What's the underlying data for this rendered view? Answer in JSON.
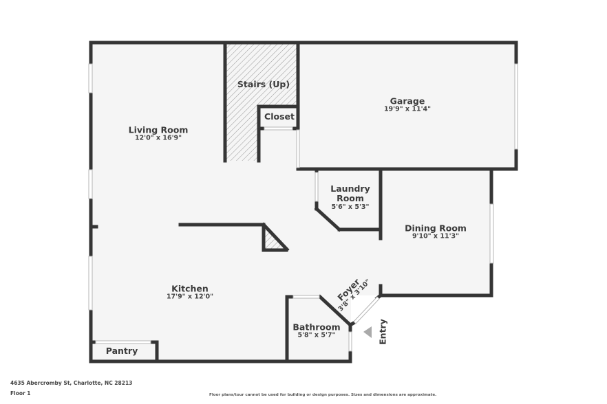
{
  "plan": {
    "colors": {
      "wall": "#353535",
      "floor": "#f5f5f5",
      "window": "#ffffff",
      "hatch": "#9a9a9a",
      "text": "#3b3b3b",
      "entry_arrow": "#aaaaaa"
    }
  },
  "rooms": {
    "living": {
      "name": "Living Room",
      "dim": "12'0\" x 16'9\""
    },
    "stairs": {
      "name": "Stairs (Up)"
    },
    "closet": {
      "name": "Closet"
    },
    "garage": {
      "name": "Garage",
      "dim": "19'9\" x 11'4\""
    },
    "laundry": {
      "name": "Laundry\nRoom",
      "name_line1": "Laundry",
      "name_line2": "Room",
      "dim": "5'6\" x 5'3\""
    },
    "dining": {
      "name": "Dining Room",
      "dim": "9'10\" x 11'3\""
    },
    "kitchen": {
      "name": "Kitchen",
      "dim": "17'9\" x 12'0\""
    },
    "foyer": {
      "name": "Foyer",
      "dim": "3'8\" x 3'10\""
    },
    "bathroom": {
      "name": "Bathroom",
      "dim": "5'8\" x 5'7\""
    },
    "pantry": {
      "name": "Pantry"
    }
  },
  "entry": {
    "label": "Entry",
    "icon": "triangle-left-arrow"
  },
  "footer": {
    "address": "4635 Abercromby St, Charlotte, NC 28213",
    "floor": "Floor 1",
    "disclaimer": "Floor plans/tour cannot be used for building or design purposes. Sizes and dimensions are approximate."
  }
}
